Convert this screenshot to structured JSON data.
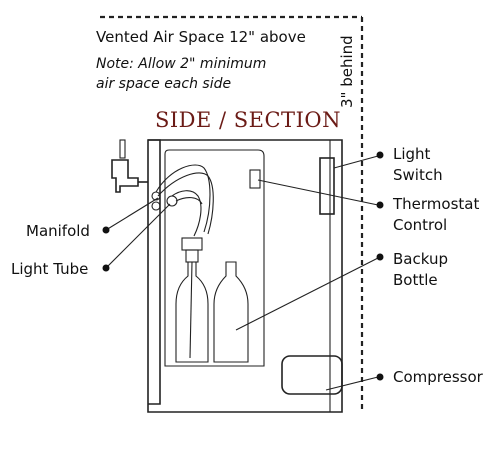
{
  "diagram": {
    "top_note": "Vented Air Space 12\" above",
    "side_note_line1": "Note: Allow 2\" minimum",
    "side_note_line2": "air space each side",
    "behind_note": "3\" behind",
    "title": "SIDE / SECTION",
    "labels": {
      "light_line1": "Light",
      "light_line2": "Switch",
      "thermostat_line1": "Thermostat",
      "thermostat_line2": "Control",
      "backup_line1": "Backup",
      "backup_line2": "Bottle",
      "compressor": "Compressor",
      "manifold": "Manifold",
      "light_tube": "Light Tube"
    }
  }
}
